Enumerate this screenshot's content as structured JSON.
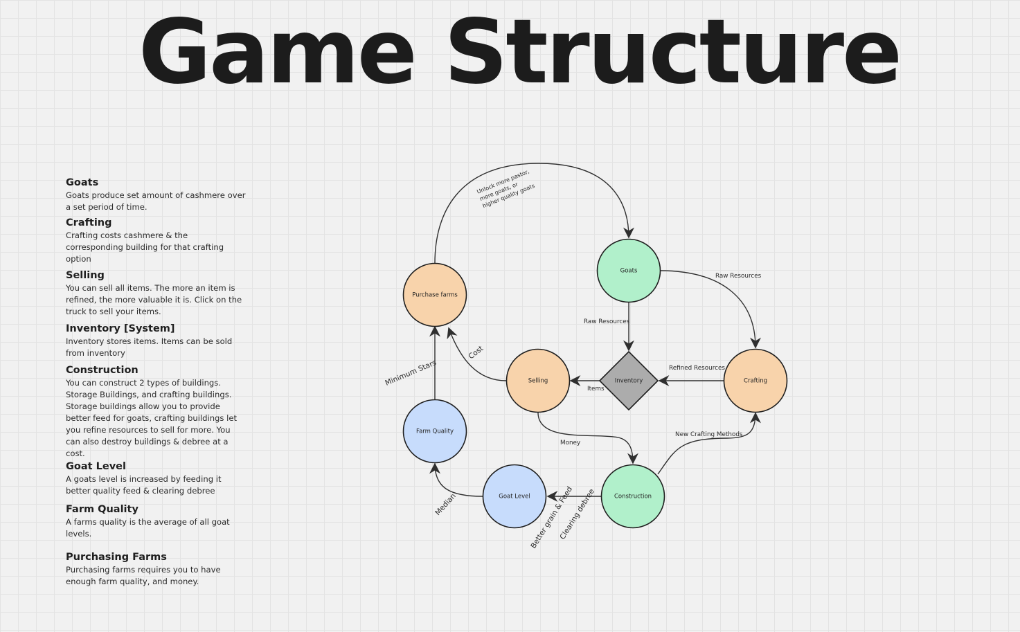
{
  "title": "Game Structure",
  "notes": [
    {
      "heading": "Goats",
      "body": "Goats produce set amount of cashmere over a set period of time."
    },
    {
      "heading": "Crafting",
      "body": "Crafting costs cashmere & the corresponding building for that crafting option"
    },
    {
      "heading": "Selling",
      "body": "You can sell all items. The more an item is refined, the more valuable it is. Click on the truck to sell your items."
    },
    {
      "heading": "Inventory [System]",
      "body": "Inventory stores items. Items can be sold from inventory"
    },
    {
      "heading": "Construction",
      "body": "You can construct 2 types of buildings. Storage Buildings, and crafting buildings. Storage buildings allow you to provide better feed for goats, crafting buildings let you refine resources to sell for more. You can also destroy buildings & debree at a cost."
    },
    {
      "heading": "Goat Level",
      "body": "A goats level is increased by feeding it better quality feed & clearing debree"
    },
    {
      "heading": "Farm Quality",
      "body": "A farms quality is the average of all goat levels."
    },
    {
      "heading": "Purchasing Farms",
      "body": "Purchasing farms requires you to have enough farm quality, and money."
    }
  ],
  "diagram": {
    "nodes": {
      "goats": "Goats",
      "purchase_farms": "Purchase farms",
      "selling": "Selling",
      "inventory": "Inventory",
      "crafting": "Crafting",
      "farm_quality": "Farm Quality",
      "goat_level": "Goat Level",
      "construction": "Construction"
    },
    "edge_labels": {
      "unlock_line1": "Unlock more pastor,",
      "unlock_line2": "more goats, or",
      "unlock_line3": "higher quality goats",
      "raw_resources_crafting": "Raw Resources",
      "raw_resources_inventory": "Raw Resources",
      "refined_resources": "Refined Resources",
      "items": "Items",
      "cost": "Cost",
      "minimum_stars": "Minimum Stars",
      "money": "Money",
      "new_crafting_methods": "New Crafting Methods",
      "median": "Median",
      "better_grain": "Better grain & Feed",
      "clearing_debree": "Clearing debree"
    },
    "colors": {
      "green": "#b1f0cb",
      "orange": "#f8d3ab",
      "blue": "#c7dcfc",
      "gray": "#acacac"
    }
  }
}
